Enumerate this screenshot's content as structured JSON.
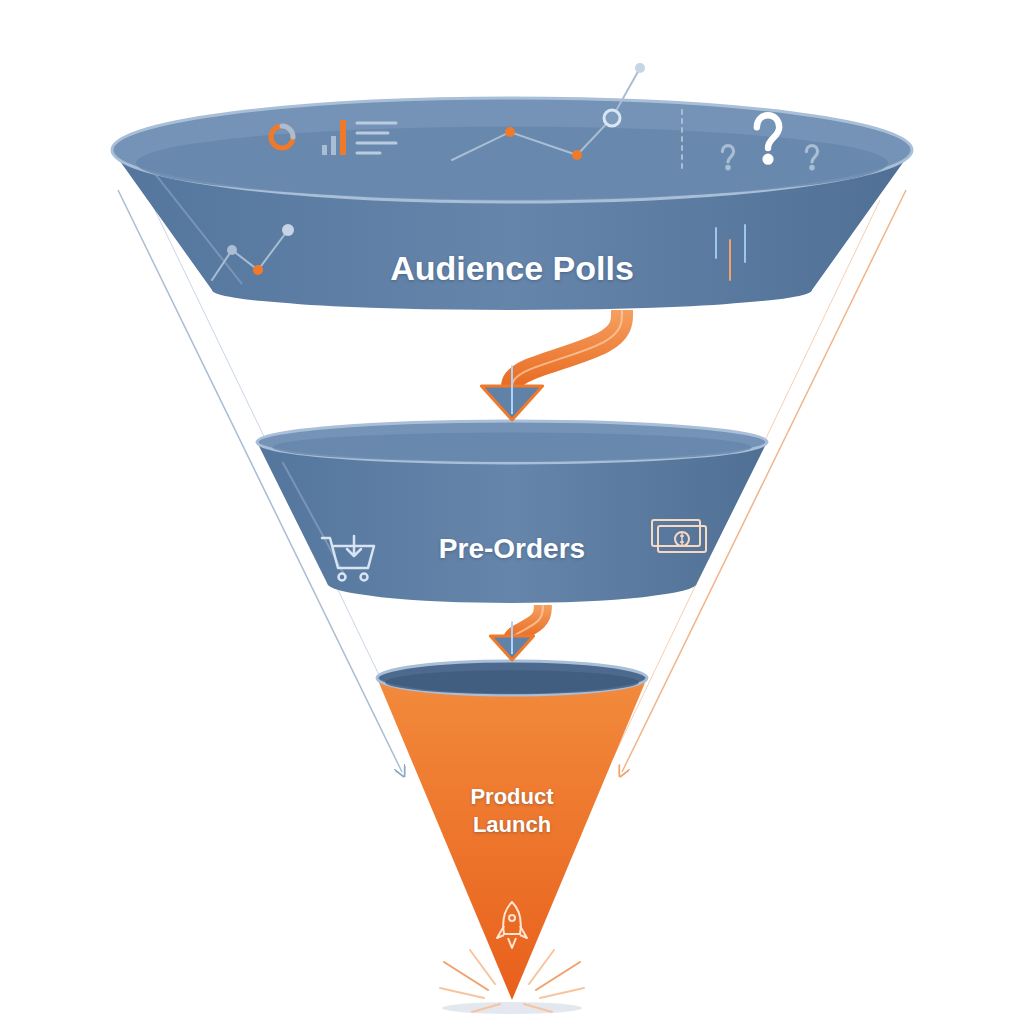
{
  "diagram": {
    "nodes": [
      {
        "text": [
          "Audience Polls"
        ]
      },
      {
        "text": [
          "Pre-Orders"
        ]
      },
      {
        "text": [
          "Product Launch"
        ]
      }
    ],
    "edges": [
      {
        "from": 0,
        "to": 1,
        "arrow": "to"
      },
      {
        "from": 1,
        "to": 2,
        "arrow": "to"
      }
    ]
  }
}
